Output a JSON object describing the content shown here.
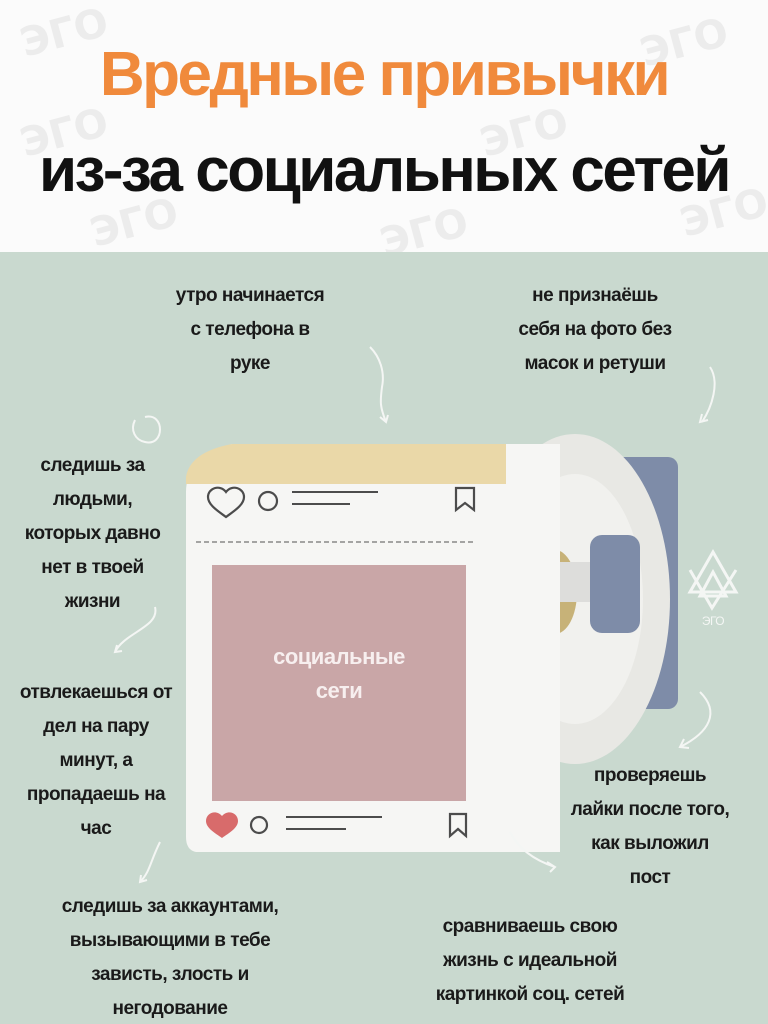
{
  "colors": {
    "title_accent": "#f08a3c",
    "background": "#c9d9cf",
    "photo_pink": "#c9a6a7",
    "heart_red": "#d86b6b",
    "holder_blue": "#7e8ca8",
    "paper_tan": "#ead8a8"
  },
  "header": {
    "title_line1": "Вредные привычки",
    "title_line2": "из-за социальных сетей",
    "watermark_text": "ЭГО"
  },
  "roll": {
    "photo_label_line1": "социальные",
    "photo_label_line2": "сети",
    "icons": [
      "heart-icon",
      "comment-icon",
      "bookmark-icon"
    ]
  },
  "logo": {
    "text": "ЭГО"
  },
  "notes": {
    "morning": [
      "утро начинается",
      "с телефона в",
      "руке"
    ],
    "photo": [
      "не признаёшь",
      "себя на фото без",
      "масок и ретуши"
    ],
    "follow_old": [
      "следишь за",
      "людьми,",
      "которых давно",
      "нет в твоей",
      "жизни"
    ],
    "distracted": [
      "отвлекаешься от",
      "дел на пару",
      "минут, а",
      "пропадаешь на",
      "час"
    ],
    "likes": [
      "проверяешь",
      "лайки после того,",
      "как выложил",
      "пост"
    ],
    "envy": [
      "следишь за аккаунтами,",
      "вызывающими в тебе",
      "зависть, злость и",
      "негодование"
    ],
    "compare": [
      "сравниваешь свою",
      "жизнь с идеальной",
      "картинкой соц. сетей"
    ]
  }
}
